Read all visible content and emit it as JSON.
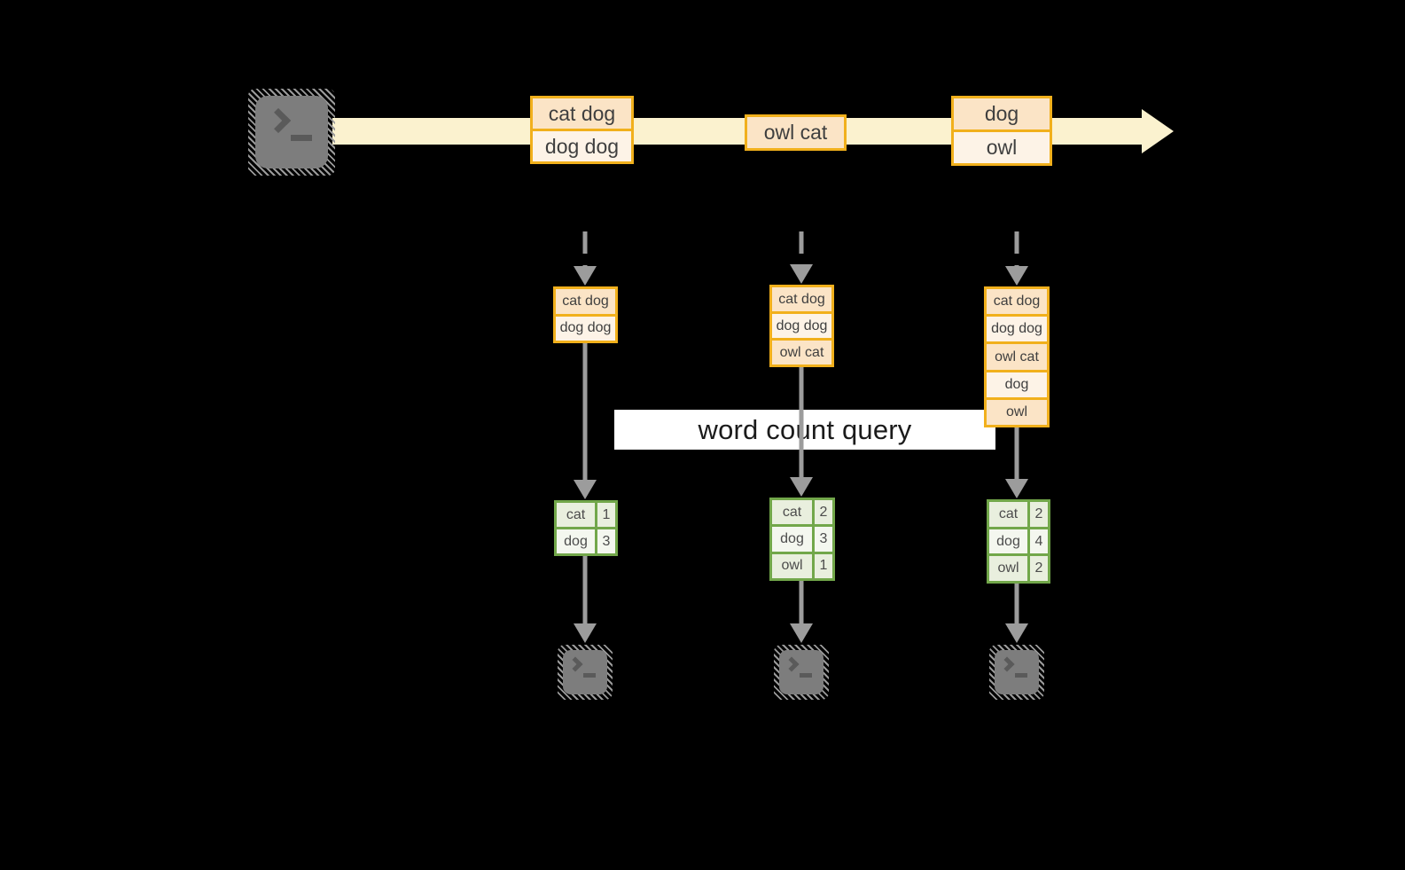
{
  "query_label": "word count query",
  "stream": {
    "source_icon": "terminal-icon",
    "events": [
      {
        "rows": [
          "cat dog",
          "dog dog"
        ]
      },
      {
        "rows": [
          "owl cat"
        ]
      },
      {
        "rows": [
          "dog",
          "owl"
        ]
      }
    ]
  },
  "states": [
    {
      "rows": [
        "cat dog",
        "dog dog"
      ]
    },
    {
      "rows": [
        "cat dog",
        "dog dog",
        "owl cat"
      ]
    },
    {
      "rows": [
        "cat dog",
        "dog dog",
        "owl cat",
        "dog",
        "owl"
      ]
    }
  ],
  "counts": [
    {
      "rows": [
        {
          "word": "cat",
          "count": "1"
        },
        {
          "word": "dog",
          "count": "3"
        }
      ]
    },
    {
      "rows": [
        {
          "word": "cat",
          "count": "2"
        },
        {
          "word": "dog",
          "count": "3"
        },
        {
          "word": "owl",
          "count": "1"
        }
      ]
    },
    {
      "rows": [
        {
          "word": "cat",
          "count": "2"
        },
        {
          "word": "dog",
          "count": "4"
        },
        {
          "word": "owl",
          "count": "2"
        }
      ]
    }
  ],
  "sinks": [
    "terminal-icon",
    "terminal-icon",
    "terminal-icon"
  ],
  "colors": {
    "gold": "#F1B01C",
    "peach": "#FBE4C6",
    "cream": "#FDF3E7",
    "stream_band": "#FBF2CF",
    "green": "#72A74A",
    "cell_dark": "#E9EFDE",
    "cell_light": "#F4F7EF",
    "arrow_gray": "#9C9C9C",
    "terminal_gray": "#7D7D7D",
    "label_bg": "#FFFFFF",
    "text": "#3F3F3F"
  }
}
